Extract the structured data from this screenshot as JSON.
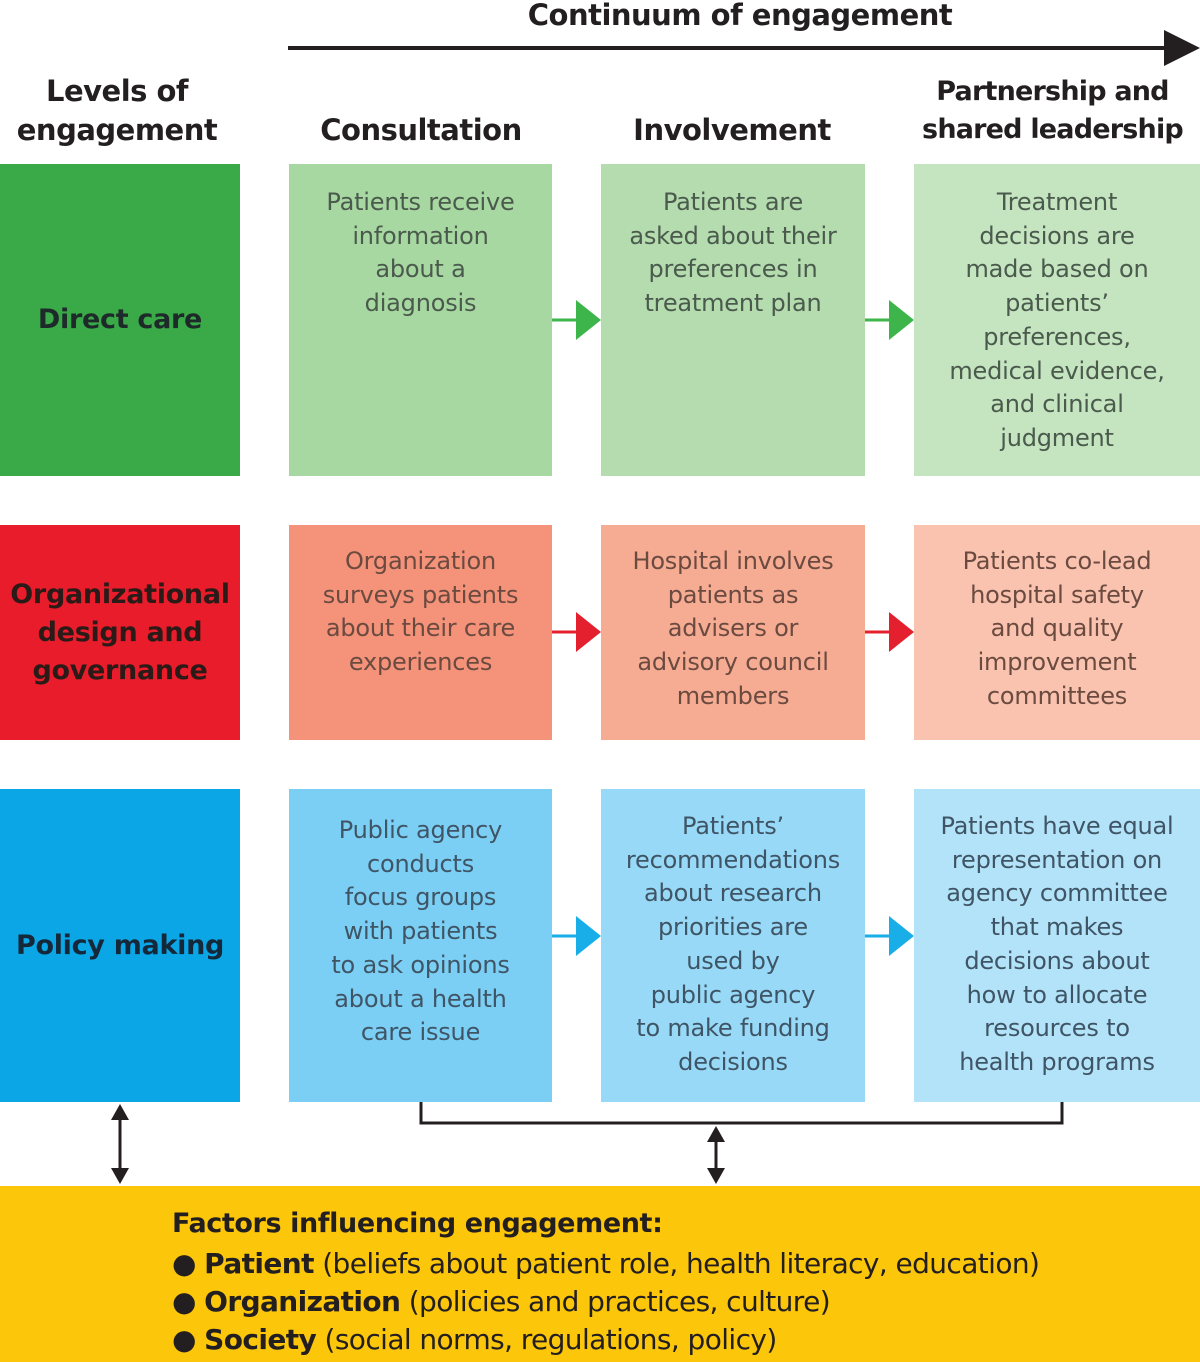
{
  "continuum": {
    "title": "Continuum of engagement"
  },
  "levels_header": "Levels of\nengagement",
  "columns": [
    {
      "label": "Consultation"
    },
    {
      "label": "Involvement"
    },
    {
      "label": "Partnership and\nshared leadership"
    }
  ],
  "rows": [
    {
      "level": "Direct care",
      "color": "#3aaa48",
      "cell_colors": [
        "#a8d8a2",
        "#b4dcaf",
        "#c5e4c0"
      ],
      "arrow_color": "#3db54a",
      "cells": [
        "Patients receive\ninformation\nabout a\ndiagnosis",
        "Patients are\nasked about their\npreferences in\ntreatment plan",
        "Treatment\ndecisions are\nmade based on\npatients’\npreferences,\nmedical evidence,\nand clinical\njudgment"
      ]
    },
    {
      "level": "Organizational\ndesign and\ngovernance",
      "color": "#e81c2a",
      "cell_colors": [
        "#f4937a",
        "#f6ab93",
        "#f9c3b0"
      ],
      "arrow_color": "#e5202e",
      "cells": [
        "Organization\nsurveys patients\nabout their care\nexperiences",
        "Hospital involves\npatients as\nadvisers or\nadvisory council\nmembers",
        "Patients co-lead\nhospital safety\nand quality\nimprovement\ncommittees"
      ]
    },
    {
      "level": "Policy making",
      "color": "#0aa6e6",
      "cell_colors": [
        "#7ccff4",
        "#97d9f6",
        "#b3e3f8"
      ],
      "arrow_color": "#19aee8",
      "cells": [
        "Public agency\nconducts\nfocus groups\nwith patients\nto ask opinions\nabout a health\ncare issue",
        "Patients’\nrecommendations\nabout research\npriorities are\nused by\npublic agency\nto make funding\ndecisions",
        "Patients have equal\nrepresentation on\nagency committee\nthat makes\ndecisions about\nhow to allocate\nresources to\nhealth programs"
      ]
    }
  ],
  "factors": {
    "title": "Factors influencing engagement:",
    "bullet": "●",
    "items": [
      {
        "name": "Patient",
        "detail": "(beliefs about patient role, health literacy, education)"
      },
      {
        "name": "Organization",
        "detail": "(policies and practices, culture)"
      },
      {
        "name": "Society",
        "detail": "(social norms, regulations, policy)"
      }
    ],
    "color": "#fcc60a"
  }
}
